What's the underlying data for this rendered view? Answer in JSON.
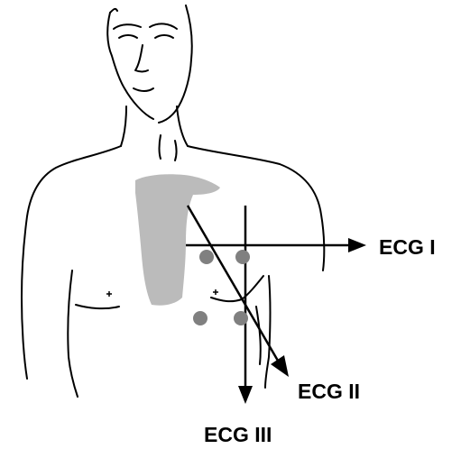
{
  "colors": {
    "outline": "#000000",
    "electrode": "#808080",
    "sternum": "#b4b4b4",
    "background": "#ffffff"
  },
  "leads": {
    "lead_1": "ECG I",
    "lead_2": "ECG II",
    "lead_3": "ECG III"
  },
  "electrodes": 4
}
